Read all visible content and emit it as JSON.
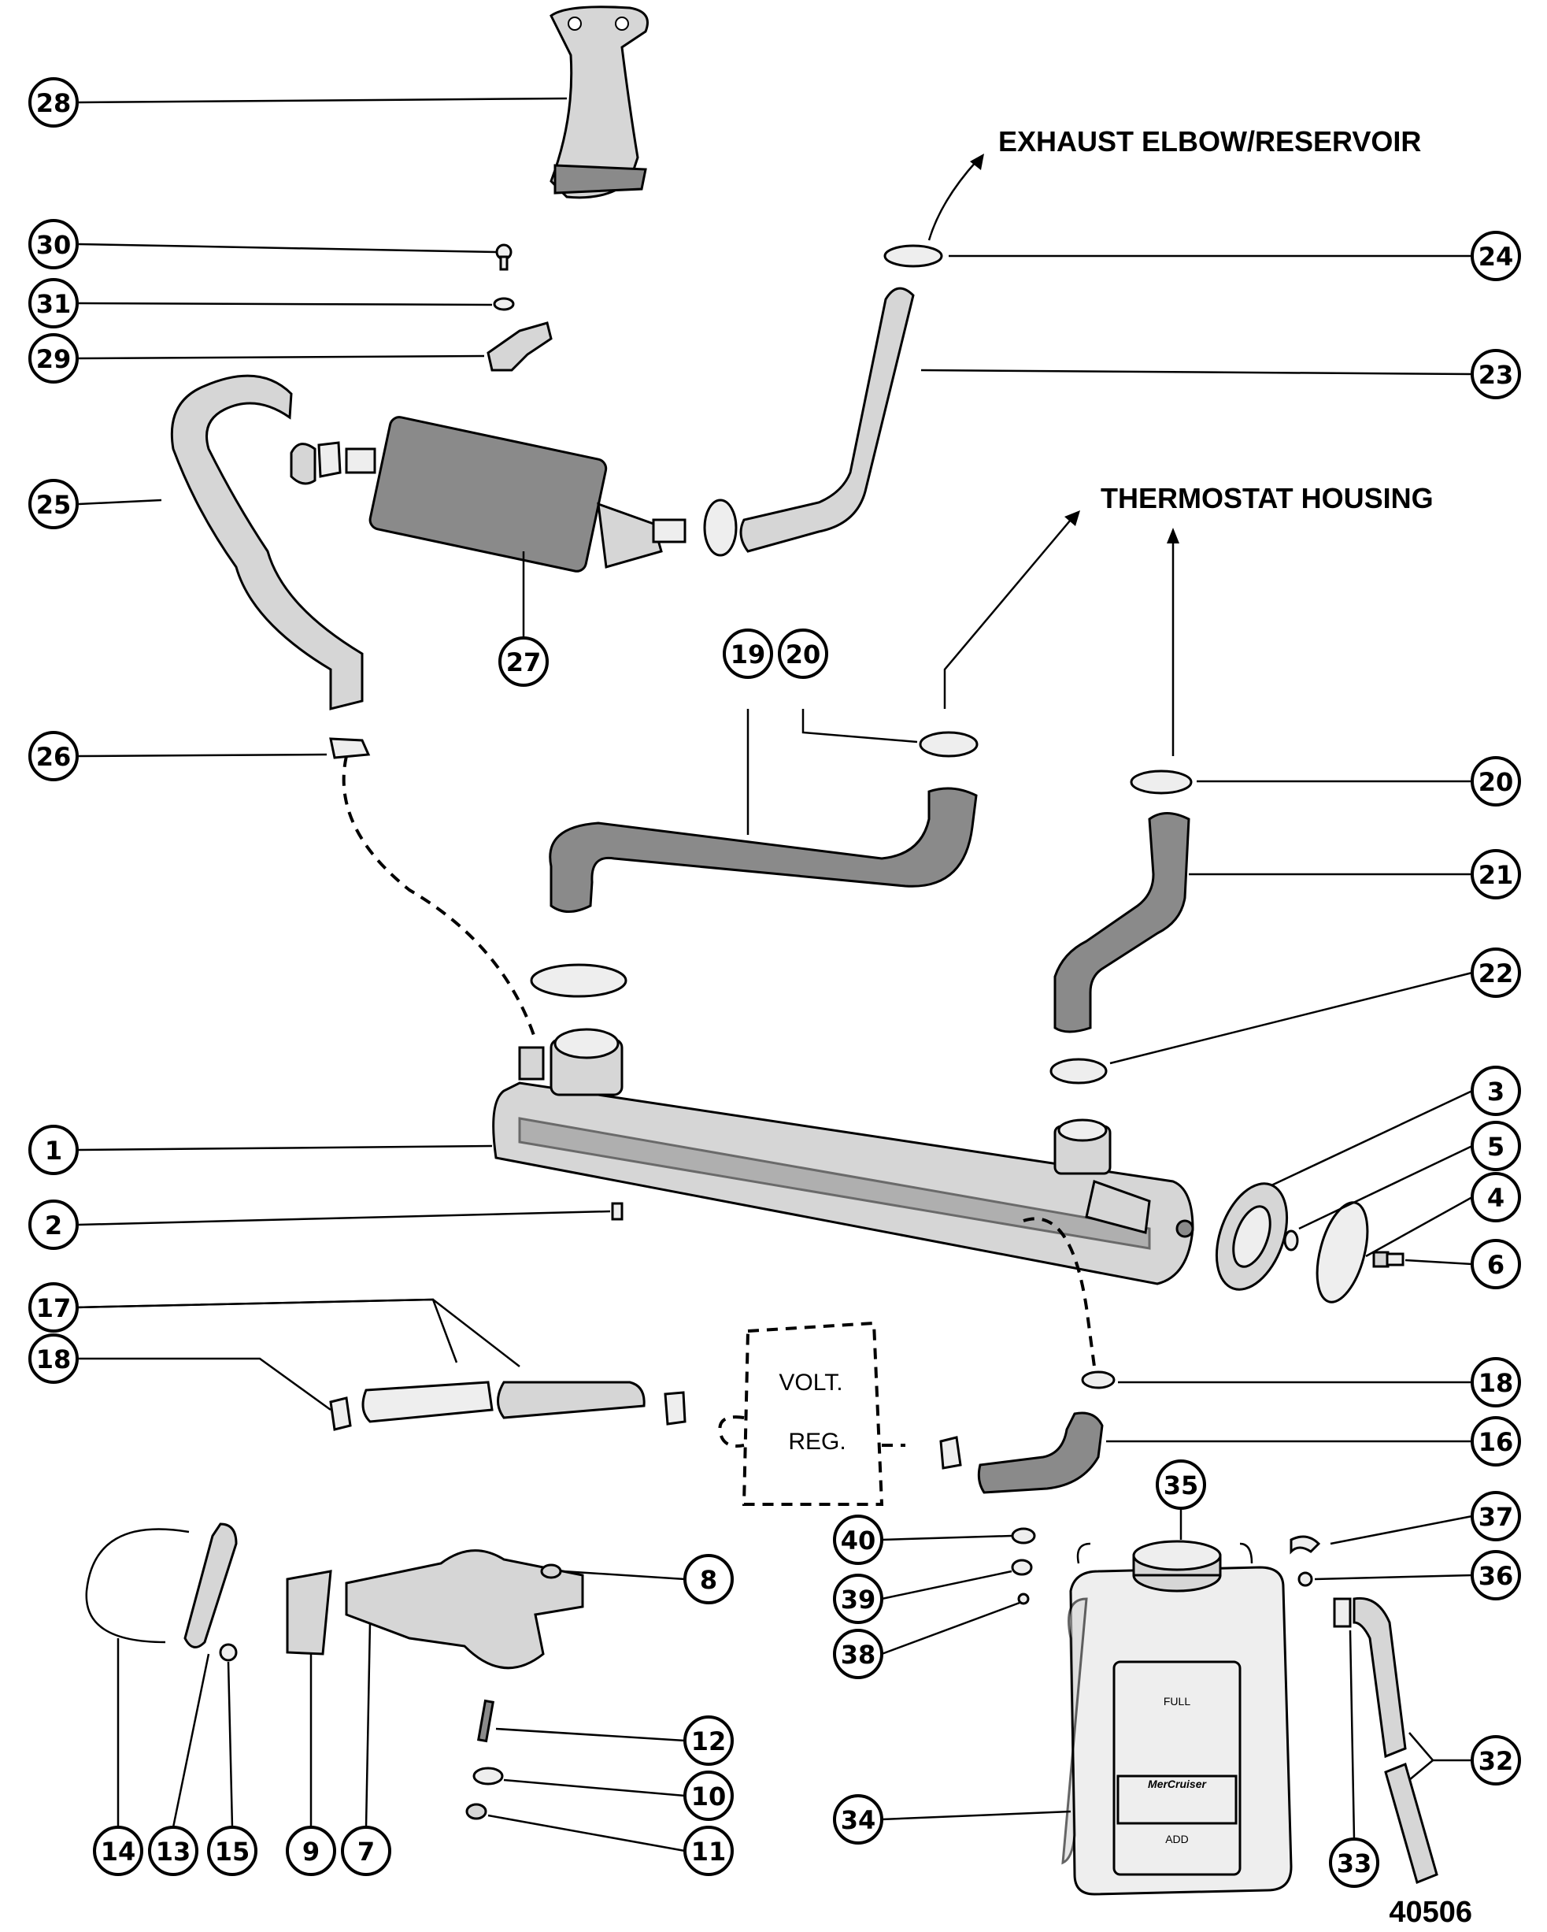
{
  "labels": {
    "exhaust_elbow_reservoir": "EXHAUST ELBOW/RESERVOIR",
    "thermostat_housing": "THERMOSTAT HOUSING",
    "volt": "VOLT.",
    "reg": "REG.",
    "drawing_number": "40506",
    "tank_full": "FULL",
    "tank_add": "ADD",
    "tank_brand": "MerCruiser"
  },
  "callouts": {
    "n1": "1",
    "n2": "2",
    "n3": "3",
    "n4": "4",
    "n5": "5",
    "n6": "6",
    "n7": "7",
    "n8": "8",
    "n9": "9",
    "n10": "10",
    "n11": "11",
    "n12": "12",
    "n13": "13",
    "n14": "14",
    "n15": "15",
    "n16": "16",
    "n17": "17",
    "n18a": "18",
    "n18b": "18",
    "n19": "19",
    "n20a": "20",
    "n20b": "20",
    "n21": "21",
    "n22": "22",
    "n23": "23",
    "n24": "24",
    "n25": "25",
    "n26": "26",
    "n27": "27",
    "n28": "28",
    "n29": "29",
    "n30": "30",
    "n31": "31",
    "n32": "32",
    "n33": "33",
    "n34": "34",
    "n35": "35",
    "n36": "36",
    "n37": "37",
    "n38": "38",
    "n39": "39",
    "n40": "40"
  }
}
